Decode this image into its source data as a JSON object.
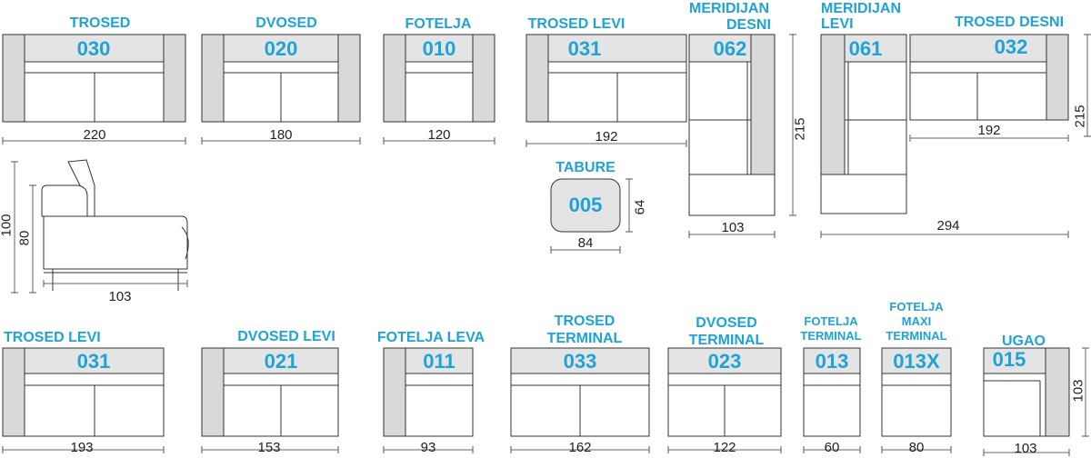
{
  "colors": {
    "label": "#1fa3d6",
    "line": "#333333",
    "arm": "#d9d9d9",
    "seat": "#e4e4e4"
  },
  "modules": {
    "trosed": {
      "title": "TROSED",
      "code": "030",
      "width": "220"
    },
    "dvosed": {
      "title": "DVOSED",
      "code": "020",
      "width": "180"
    },
    "fotelja": {
      "title": "FOTELJA",
      "code": "010",
      "width": "120"
    },
    "trosed_levi_top": {
      "title": "TROSED LEVI",
      "code": "031",
      "width": "192"
    },
    "meridijan_desni": {
      "title_line1": "MERIDIJAN",
      "title_line2": "DESNI",
      "code": "062",
      "width": "103",
      "depth": "215"
    },
    "meridijan_levi": {
      "title_line1": "MERIDIJAN",
      "title_line2": "LEVI",
      "code": "061"
    },
    "trosed_desni": {
      "title": "TROSED DESNI",
      "code": "032",
      "width": "192",
      "depth": "215"
    },
    "corner_total": {
      "width": "294"
    },
    "tabure": {
      "title": "TABURE",
      "code": "005",
      "width": "84",
      "depth": "64"
    },
    "side_view": {
      "height_total": "100",
      "height_back": "80",
      "depth": "103"
    },
    "trosed_levi": {
      "title": "TROSED LEVI",
      "code": "031",
      "width": "193"
    },
    "dvosed_levi": {
      "title": "DVOSED LEVI",
      "code": "021",
      "width": "153"
    },
    "fotelja_leva": {
      "title": "FOTELJA LEVA",
      "code": "011",
      "width": "93"
    },
    "trosed_terminal": {
      "title_line1": "TROSED",
      "title_line2": "TERMINAL",
      "code": "033",
      "width": "162"
    },
    "dvosed_terminal": {
      "title_line1": "DVOSED",
      "title_line2": "TERMINAL",
      "code": "023",
      "width": "122"
    },
    "fotelja_terminal": {
      "title_line1": "FOTELJA",
      "title_line2": "TERMINAL",
      "code": "013",
      "width": "60"
    },
    "fotelja_maxi_terminal": {
      "title_line1": "FOTELJA",
      "title_line2": "MAXI",
      "title_line3": "TERMINAL",
      "code": "013X",
      "width": "80"
    },
    "ugao": {
      "title": "UGAO",
      "code": "015",
      "width": "103",
      "depth": "103"
    }
  }
}
